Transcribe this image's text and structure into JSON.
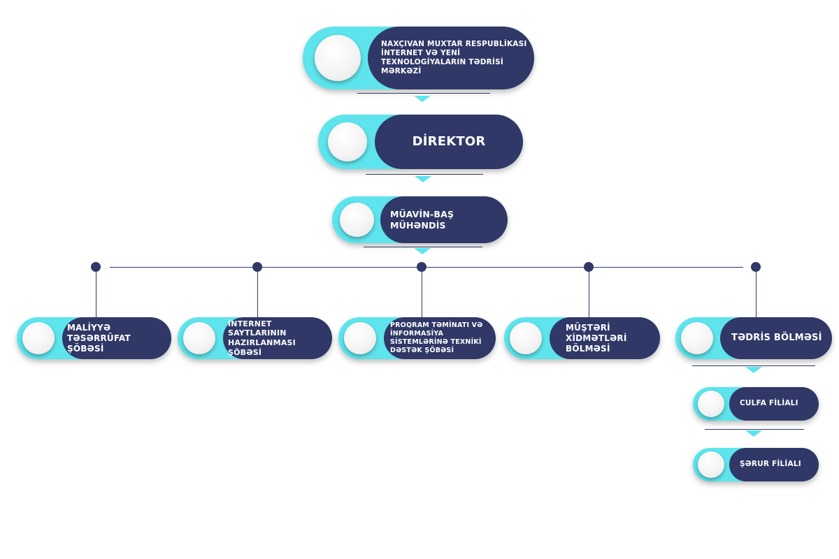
{
  "nodes": {
    "center": "NAXÇIVAN MUXTAR RESPUBLİKASI İNTERNET VƏ YENİ TEXNOLOGİYALARIN TƏDRİSİ MƏRKƏZİ",
    "director": "DİREKTOR",
    "deputy": "MÜAVİN-BAŞ MÜHƏNDİS",
    "finance": "MALİYYƏ TƏSƏRRÜFAT ŞÖBƏSİ",
    "websites": "İNTERNET SAYTLARININ HAZIRLANMASI ŞÖBƏSİ",
    "software": "PROQRAM TƏMİNATI VƏ İNFORMASİYA SİSTEMLƏRİNƏ TEXNİKİ DƏSTƏK ŞÖBƏSİ",
    "customer": "MÜŞTƏRİ XİDMƏTLƏRİ BÖLMƏSİ",
    "training": "TƏDRİS BÖLMƏSİ",
    "culfa": "CULFA FİLİALI",
    "serur": "ŞƏRUR FİLİALI"
  },
  "colors": {
    "navy": "#2f3867",
    "cyan": "#5ee4ec"
  }
}
